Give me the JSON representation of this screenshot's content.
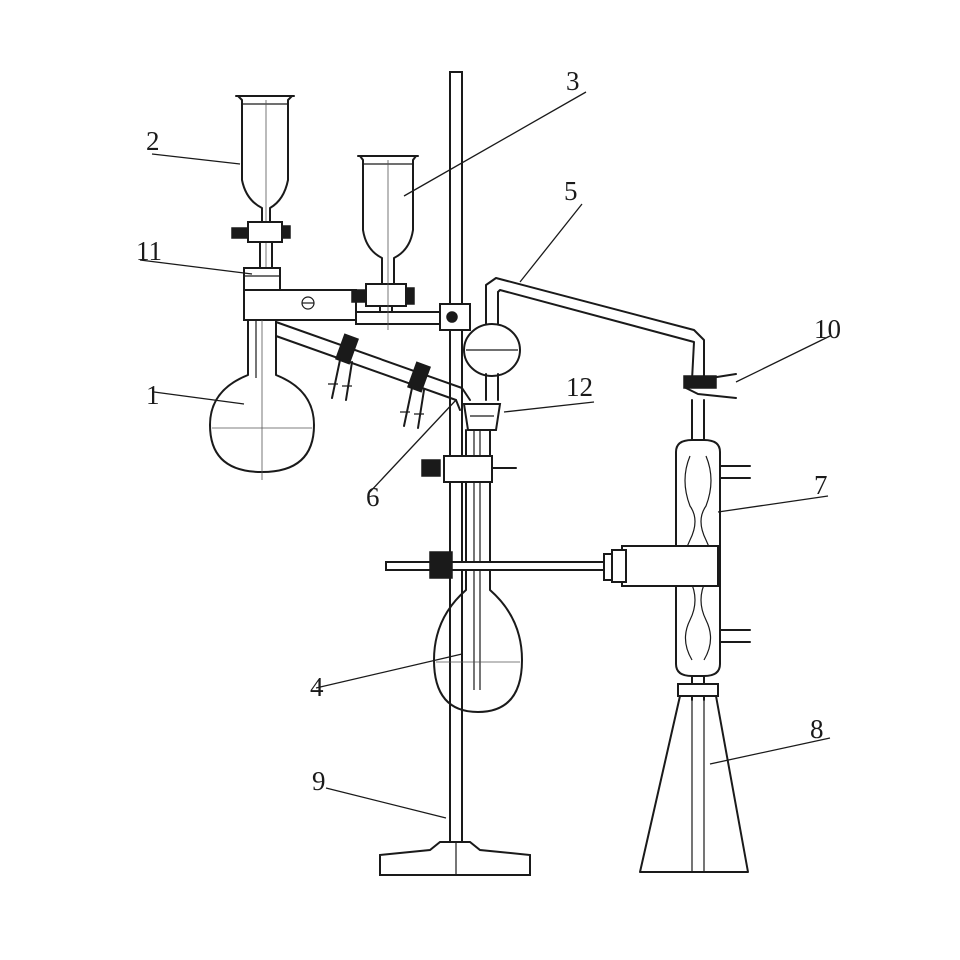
{
  "labels": {
    "l1": "1",
    "l2": "2",
    "l3": "3",
    "l4": "4",
    "l5": "5",
    "l6": "6",
    "l7": "7",
    "l8": "8",
    "l9": "9",
    "l10": "10",
    "l11": "11",
    "l12": "12"
  },
  "colors": {
    "ink": "#1a1a1a",
    "background": "#ffffff"
  }
}
